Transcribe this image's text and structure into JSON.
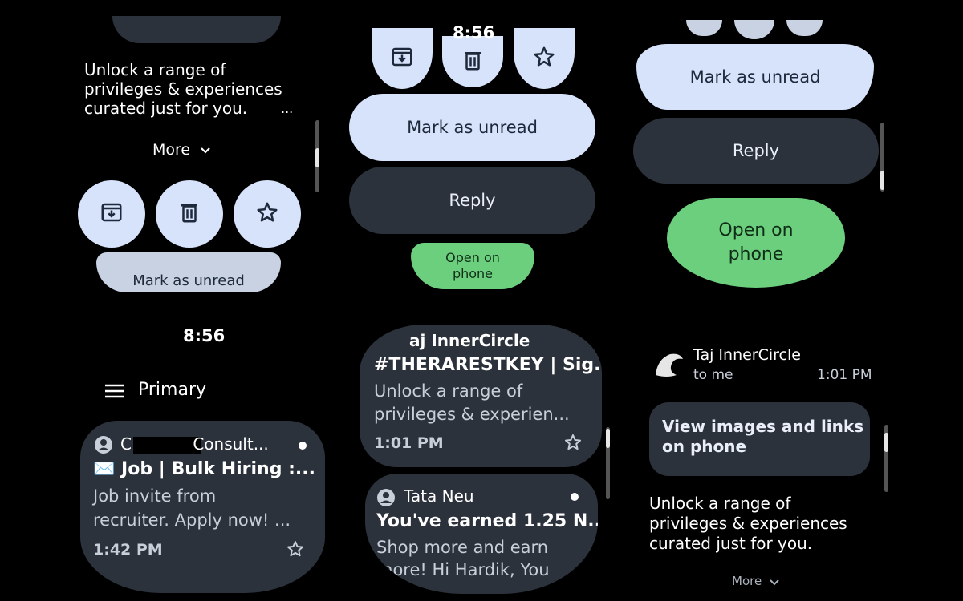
{
  "clock": {
    "time": "8:56"
  },
  "panel1": {
    "snippet": [
      "Unlock a range of",
      "privileges & experiences",
      "curated just for you."
    ],
    "ellipsis": "...",
    "more_label": "More",
    "bottom_pill": "Mark as unread"
  },
  "panel2": {
    "mark_unread": "Mark as unread",
    "reply": "Reply",
    "open_on_phone": [
      "Open on",
      "phone"
    ]
  },
  "panel3": {
    "mark_unread": "Mark as unread",
    "reply": "Reply",
    "open_on_phone": [
      "Open on",
      "phone"
    ]
  },
  "panel4": {
    "time": "8:56",
    "folder": "Primary",
    "sender": "C        Consult...",
    "subject": "✉️ Job | Bulk Hiring :...",
    "preview": [
      "Job invite from",
      "recruiter. Apply now! ..."
    ],
    "time_received": "1:42 PM"
  },
  "panel5": {
    "sender": "aj InnerCircle",
    "subject": "#THERARESTKEY | Sig...",
    "preview": [
      "Unlock a range of",
      "privileges & experien..."
    ],
    "time_received": "1:01 PM",
    "sender2": "Tata Neu",
    "subject2": "You've earned 1.25 N...",
    "preview2": [
      "Shop more and earn",
      "more! Hi Hardik, You"
    ]
  },
  "panel6": {
    "sender": "Taj InnerCircle",
    "to": "to me",
    "time": "1:01 PM",
    "view_images": [
      "View images and links",
      "on phone"
    ],
    "body": [
      "Unlock a range of",
      "privileges & experiences",
      "curated just for you."
    ],
    "more_label": "More"
  },
  "colors": {
    "light_button": "#d7e3fb",
    "dark_button": "#2c323c",
    "green_button": "#6ccf7d",
    "background": "#000000"
  },
  "icons": [
    "archive-icon",
    "delete-icon",
    "star-icon",
    "chevron-down-icon",
    "menu-icon",
    "avatar-icon",
    "unread-dot-icon",
    "taj-logo-icon"
  ]
}
